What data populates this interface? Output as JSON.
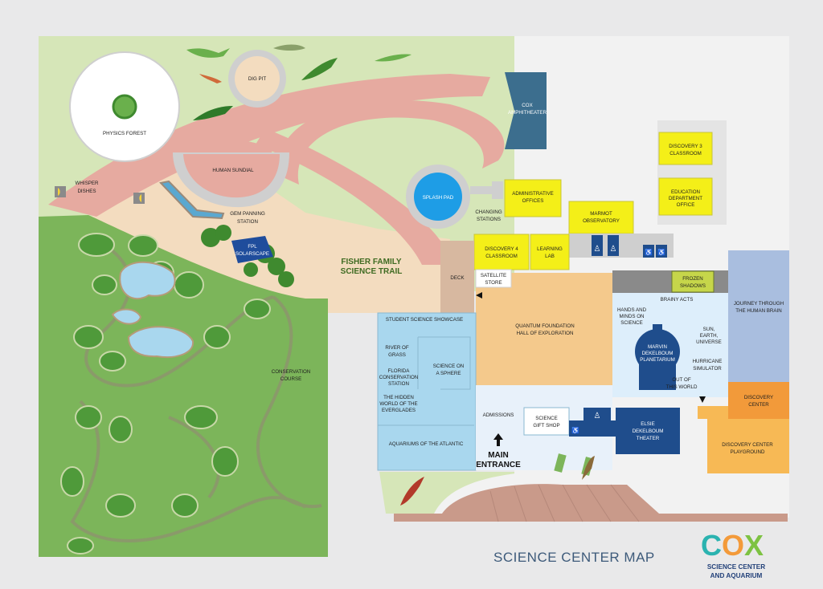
{
  "map": {
    "title": "SCIENCE CENTER MAP",
    "logo": {
      "letters": [
        "C",
        "O",
        "X"
      ],
      "letter_colors": [
        "#2bb3b0",
        "#f39a3a",
        "#7dc242"
      ],
      "line1": "SCIENCE CENTER",
      "line2": "AND AQUARIUM"
    },
    "areas": {
      "physics_forest": "PHYSICS FOREST",
      "dig_pit": "DIG PIT",
      "whisper_dishes": [
        "WHISPER",
        "DISHES"
      ],
      "human_sundial": "HUMAN SUNDIAL",
      "gem_panning": [
        "GEM PANNING",
        "STATION"
      ],
      "fpl_solarscape": [
        "FPL",
        "SOLARSCAPE"
      ],
      "splash_pad": "SPLASH PAD",
      "changing_stations": [
        "CHANGING",
        "STATIONS"
      ],
      "cox_amphitheater": [
        "COX",
        "AMPHITHEATER"
      ],
      "fisher_trail": [
        "FISHER FAMILY",
        "SCIENCE TRAIL"
      ],
      "conservation_course": [
        "CONSERVATION",
        "COURSE"
      ]
    },
    "rooms": {
      "discovery3": [
        "DISCOVERY 3",
        "CLASSROOM"
      ],
      "education_office": [
        "EDUCATION",
        "DEPARTMENT",
        "OFFICE"
      ],
      "admin_offices": [
        "ADMINISTRATIVE",
        "OFFICES"
      ],
      "marmot": [
        "MARMOT",
        "OBSERVATORY"
      ],
      "discovery4": [
        "DISCOVERY 4",
        "CLASSROOM"
      ],
      "learning_lab": [
        "LEARNING",
        "LAB"
      ],
      "frozen_shadows": [
        "FROZEN",
        "SHADOWS"
      ],
      "deck": "DECK",
      "satellite_store": [
        "SATELLITE",
        "STORE"
      ],
      "brainy_acts": "BRAINY ACTS",
      "hands_minds": [
        "HANDS AND",
        "MINDS ON",
        "SCIENCE"
      ],
      "quantum_hall": [
        "QUANTUM FOUNDATION",
        "HALL OF EXPLORATION"
      ],
      "journey_brain": [
        "JOURNEY THROUGH",
        "THE HUMAN BRAIN"
      ],
      "planetarium": [
        "MARVIN",
        "DEKELBOUM",
        "PLANETARIUM"
      ],
      "sun_earth": [
        "SUN,",
        "EARTH,",
        "UNIVERSE"
      ],
      "hurricane": [
        "HURRICANE",
        "SIMULATOR"
      ],
      "out_of_world": [
        "OUT OF",
        "THIS WORLD"
      ],
      "student_showcase": "STUDENT SCIENCE SHOWCASE",
      "river_of_grass": [
        "RIVER OF",
        "GRASS"
      ],
      "florida_conservation": [
        "FLORIDA",
        "CONSERVATION",
        "STATION"
      ],
      "science_sphere": [
        "SCIENCE ON",
        "A SPHERE"
      ],
      "hidden_world": [
        "THE HIDDEN",
        "WORLD OF THE",
        "EVERGLADES"
      ],
      "aquariums": "AQUARIUMS OF THE ATLANTIC",
      "admissions": "ADMISSIONS",
      "gift_shop": [
        "SCIENCE",
        "GIFT SHOP"
      ],
      "theater": [
        "ELSIE",
        "DEKELBOUM",
        "THEATER"
      ],
      "discovery_center": [
        "DISCOVERY",
        "CENTER"
      ],
      "playground": [
        "DISCOVERY CENTER",
        "PLAYGROUND"
      ],
      "main_entrance": [
        "MAIN",
        "ENTRANCE"
      ]
    },
    "colors": {
      "grass_light": "#d6e6b8",
      "grass_dark": "#7cb55a",
      "path": "#e6aaa0",
      "sand": "#f3dcbf",
      "building": "#f2f2f2",
      "yellow_room": "#f4ef18",
      "blue_room": "#a9d7ee",
      "hall": "#f4c98c",
      "navy": "#1f4d8c",
      "orange": "#f7ab43",
      "brick": "#c99a8a"
    }
  }
}
